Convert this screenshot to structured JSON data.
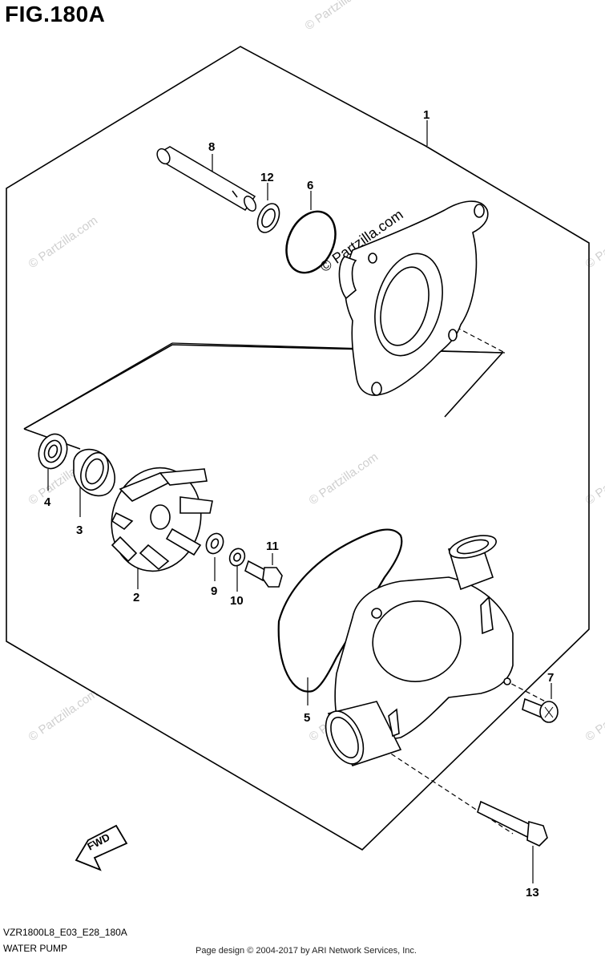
{
  "header": {
    "figure_id": "FIG.180A"
  },
  "footer": {
    "diagram_code": "VZR1800L8_E03_E28_180A",
    "diagram_name": "WATER PUMP",
    "copyright": "Page design © 2004-2017 by ARI Network Services, Inc."
  },
  "watermark": {
    "text": "© Partzilla.com",
    "color": "#c8c8c8"
  },
  "callouts": [
    "1",
    "2",
    "3",
    "4",
    "5",
    "6",
    "7",
    "8",
    "9",
    "10",
    "11",
    "12",
    "13"
  ],
  "fwd_label": "FWD"
}
